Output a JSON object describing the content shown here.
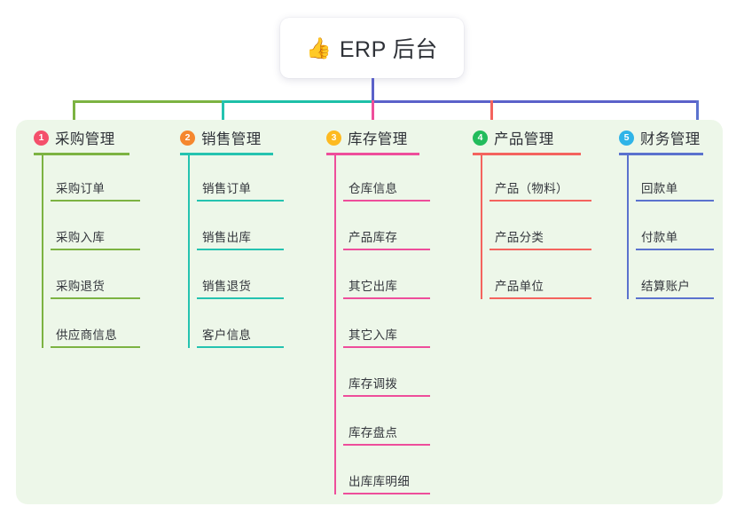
{
  "diagram": {
    "type": "mindmap-tree",
    "root": {
      "icon": "thumbs-up-icon",
      "emoji": "👍",
      "label": "ERP 后台"
    },
    "canvas_bg": "#FFFFFF",
    "panel_bg": "#EDF7E9",
    "bus_colors": [
      "#7CB342",
      "#1EC0A8",
      "#5B61C9"
    ],
    "branches": [
      {
        "number": "1",
        "title": "采购管理",
        "badge_color": "#F4506B",
        "line_color": "#7CB342",
        "items": [
          "采购订单",
          "采购入库",
          "采购退货",
          "供应商信息"
        ]
      },
      {
        "number": "2",
        "title": "销售管理",
        "badge_color": "#F5872E",
        "line_color": "#25C3B0",
        "items": [
          "销售订单",
          "销售出库",
          "销售退货",
          "客户信息"
        ]
      },
      {
        "number": "3",
        "title": "库存管理",
        "badge_color": "#FDBA21",
        "line_color": "#EE4E9B",
        "items": [
          "仓库信息",
          "产品库存",
          "其它出库",
          "其它入库",
          "库存调拨",
          "库存盘点",
          "出库库明细"
        ]
      },
      {
        "number": "4",
        "title": "产品管理",
        "badge_color": "#22BC5C",
        "line_color": "#F4635E",
        "items": [
          "产品（物料）",
          "产品分类",
          "产品单位"
        ]
      },
      {
        "number": "5",
        "title": "财务管理",
        "badge_color": "#2FB4E8",
        "line_color": "#5B72CE",
        "items": [
          "回款单",
          "付款单",
          "结算账户"
        ]
      }
    ]
  }
}
